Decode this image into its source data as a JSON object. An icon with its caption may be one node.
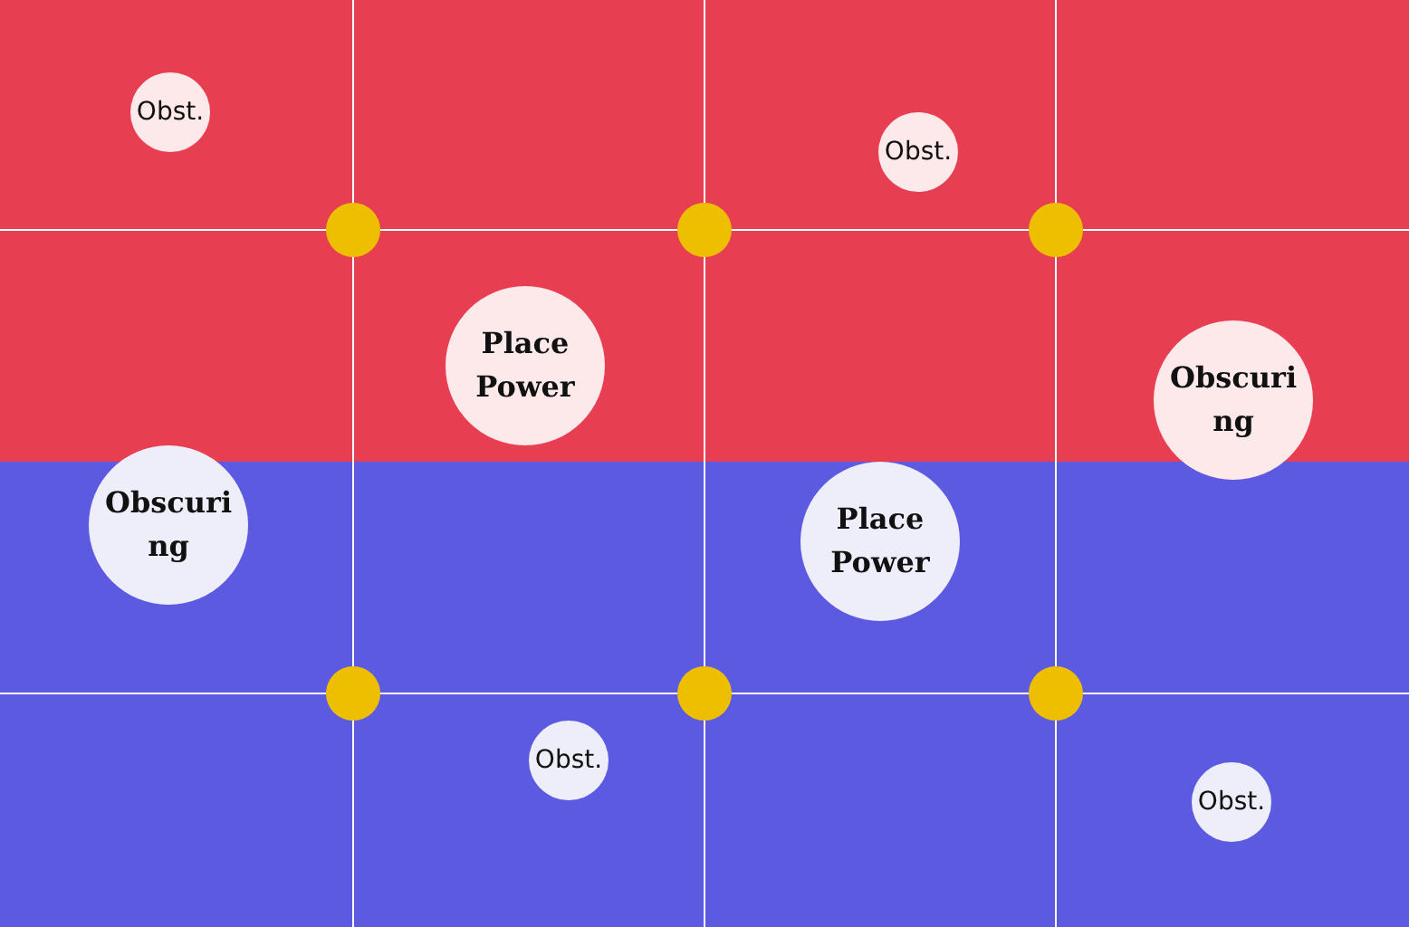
{
  "diagram": {
    "nodes": [
      {
        "text": [
          "Obst."
        ]
      },
      {
        "text": [
          "Obst."
        ]
      },
      {
        "text": [],
        "shape": "circle"
      },
      {
        "text": [],
        "shape": "circle"
      },
      {
        "text": [],
        "shape": "circle"
      },
      {
        "text": [
          "Place Power"
        ]
      },
      {
        "text": [
          "Obscuring"
        ]
      },
      {
        "text": [
          "Obscuring"
        ]
      },
      {
        "text": [
          "Place Power"
        ]
      },
      {
        "text": [],
        "shape": "circle"
      },
      {
        "text": [],
        "shape": "circle"
      },
      {
        "text": [],
        "shape": "circle"
      },
      {
        "text": [
          "Obst."
        ]
      },
      {
        "text": [
          "Obst."
        ]
      }
    ]
  }
}
